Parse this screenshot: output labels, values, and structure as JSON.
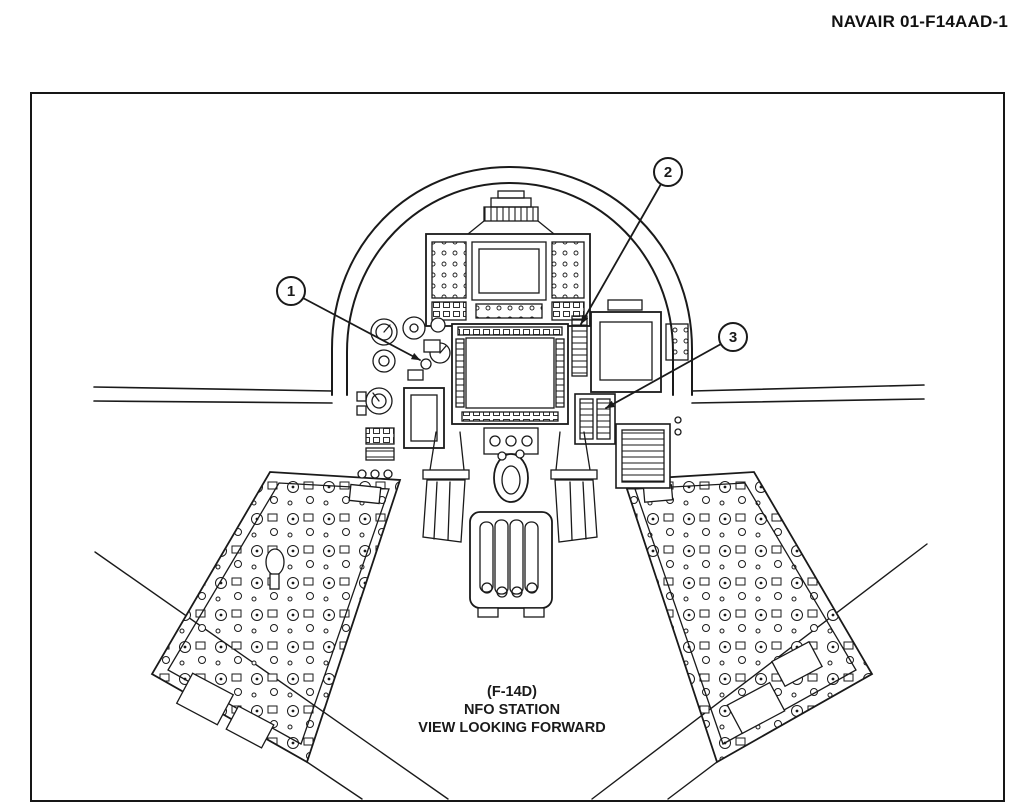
{
  "header": {
    "doc_number": "NAVAIR 01-F14AAD-1"
  },
  "figure": {
    "callouts": [
      {
        "label": "1"
      },
      {
        "label": "2"
      },
      {
        "label": "3"
      }
    ],
    "caption": {
      "line1": "(F-14D)",
      "line2": "NFO STATION",
      "line3": "VIEW LOOKING FORWARD"
    }
  }
}
